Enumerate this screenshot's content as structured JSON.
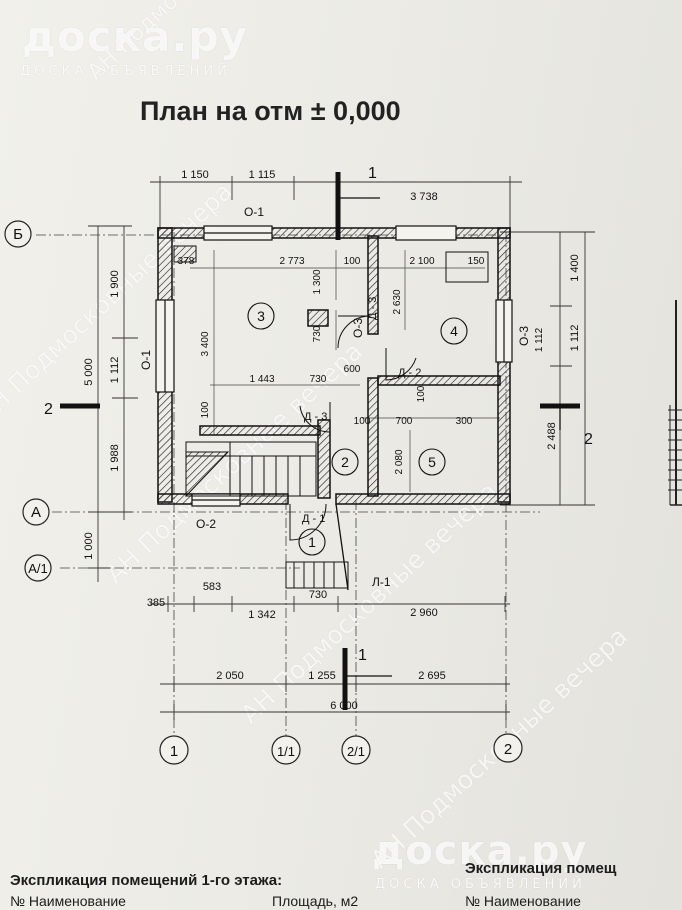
{
  "title": "План на отм ± 0,000",
  "watermark": {
    "logo": "доска.ру",
    "logo_tagline": "ДОСКА ОБЪЯВЛЕНИЙ",
    "agency": "АН Подмосковные вечера"
  },
  "axes": {
    "rows": [
      "Б",
      "А",
      "А/1"
    ],
    "columns": [
      "1",
      "1/1",
      "2/1",
      "2"
    ]
  },
  "section_marks": [
    "1",
    "1",
    "2",
    "2"
  ],
  "rooms": [
    "1",
    "2",
    "3",
    "4",
    "5"
  ],
  "window_marks": [
    "О-1",
    "О-1",
    "О-2",
    "О-3",
    "О-3"
  ],
  "door_marks": [
    "Д - 1",
    "Д - 2",
    "Д - 3",
    "Д - 3"
  ],
  "stair_mark": "Л-1",
  "dims_top": [
    "1 150",
    "1 115",
    "3 738"
  ],
  "dims_left": [
    "1 900",
    "5 000",
    "1 112",
    "1 988",
    "1 000"
  ],
  "dims_right": [
    "1 400",
    "1 112",
    "2 488"
  ],
  "dims_bottom_1": [
    "385",
    "583",
    "1 342",
    "730",
    "2 960"
  ],
  "dims_bottom_2": [
    "2 050",
    "1 255",
    "2 695"
  ],
  "dims_bottom_total": "6 000",
  "dims_inner": [
    "2 773",
    "100",
    "2 100",
    "150",
    "378",
    "1 300",
    "3 400",
    "730",
    "2 630",
    "1 443",
    "730",
    "600",
    "1 112",
    "100",
    "100",
    "700",
    "300",
    "2 080",
    "100"
  ],
  "explication": {
    "title_floor1": "Экспликация помещений 1-го этажа:",
    "title_right": "Экспликация помещ",
    "col_name_left": "№  Наименование",
    "col_area": "Площадь, м2",
    "col_name_right": "№  Наименование"
  }
}
